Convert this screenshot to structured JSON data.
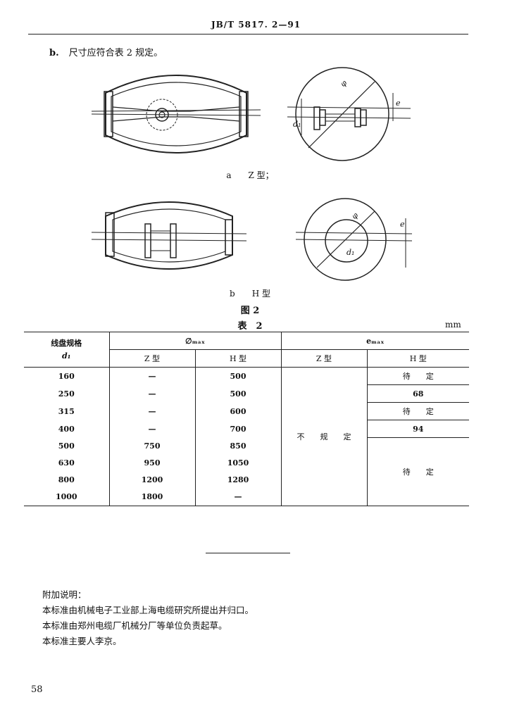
{
  "header": {
    "standard_no": "JB/T 5817. 2—91"
  },
  "clause": {
    "label": "b.",
    "text": "尺寸应符合表 2 规定。"
  },
  "figure": {
    "caption_a": "a　　Z 型；",
    "caption_b": "b　　H 型",
    "title": "图 2",
    "labels": {
      "phi": "φ",
      "d1": "d₁",
      "e": "e"
    }
  },
  "table": {
    "title": "表　2",
    "unit": "mm",
    "col_spec": "线盘规格",
    "col_spec_sym": "d₁",
    "col_phi": "∅ₘₐₓ",
    "col_e": "eₘₐₓ",
    "sub_z": "Z 型",
    "sub_h": "H 型",
    "rows": [
      {
        "d1": "160",
        "z": "—",
        "h": "500"
      },
      {
        "d1": "250",
        "z": "—",
        "h": "500"
      },
      {
        "d1": "315",
        "z": "—",
        "h": "600"
      },
      {
        "d1": "400",
        "z": "—",
        "h": "700"
      },
      {
        "d1": "500",
        "z": "750",
        "h": "850"
      },
      {
        "d1": "630",
        "z": "950",
        "h": "1050"
      },
      {
        "d1": "800",
        "z": "1200",
        "h": "1280"
      },
      {
        "d1": "1000",
        "z": "1800",
        "h": "—"
      }
    ],
    "e_z_merged": "不　　规　　定",
    "e_h": [
      "待　　定",
      "68",
      "待　　定",
      "94",
      "待　　定"
    ]
  },
  "notes": {
    "title": "附加说明：",
    "lines": [
      "本标准由机械电子工业部上海电缆研究所提出并归口。",
      "本标准由郑州电缆厂机械分厂等单位负责起草。",
      "本标准主要人李京。"
    ]
  },
  "page_number": "58"
}
